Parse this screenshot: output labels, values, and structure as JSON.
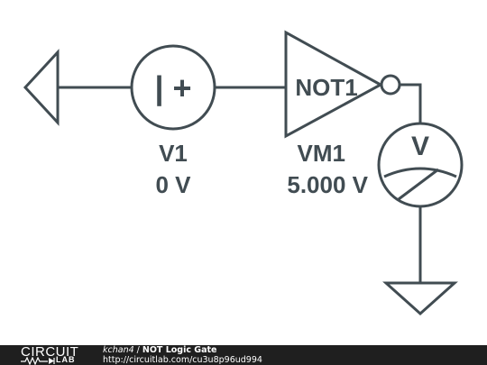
{
  "schematic": {
    "source": {
      "name": "V1",
      "value": "0 V",
      "symbol_text": "| +"
    },
    "gate": {
      "name": "NOT1"
    },
    "meter": {
      "name": "VM1",
      "reading": "5.000 V",
      "symbol_text": "V"
    }
  },
  "footer": {
    "logo_text": "CIRCUIT",
    "logo_sub": "LAB",
    "author": "kchan4",
    "separator": " / ",
    "title": "NOT Logic Gate",
    "url": "http://circuitlab.com/cu3u8p96ud994"
  },
  "colors": {
    "ink": "#414c52",
    "footer_bg": "#1f1f1f",
    "footer_text": "#ffffff"
  }
}
